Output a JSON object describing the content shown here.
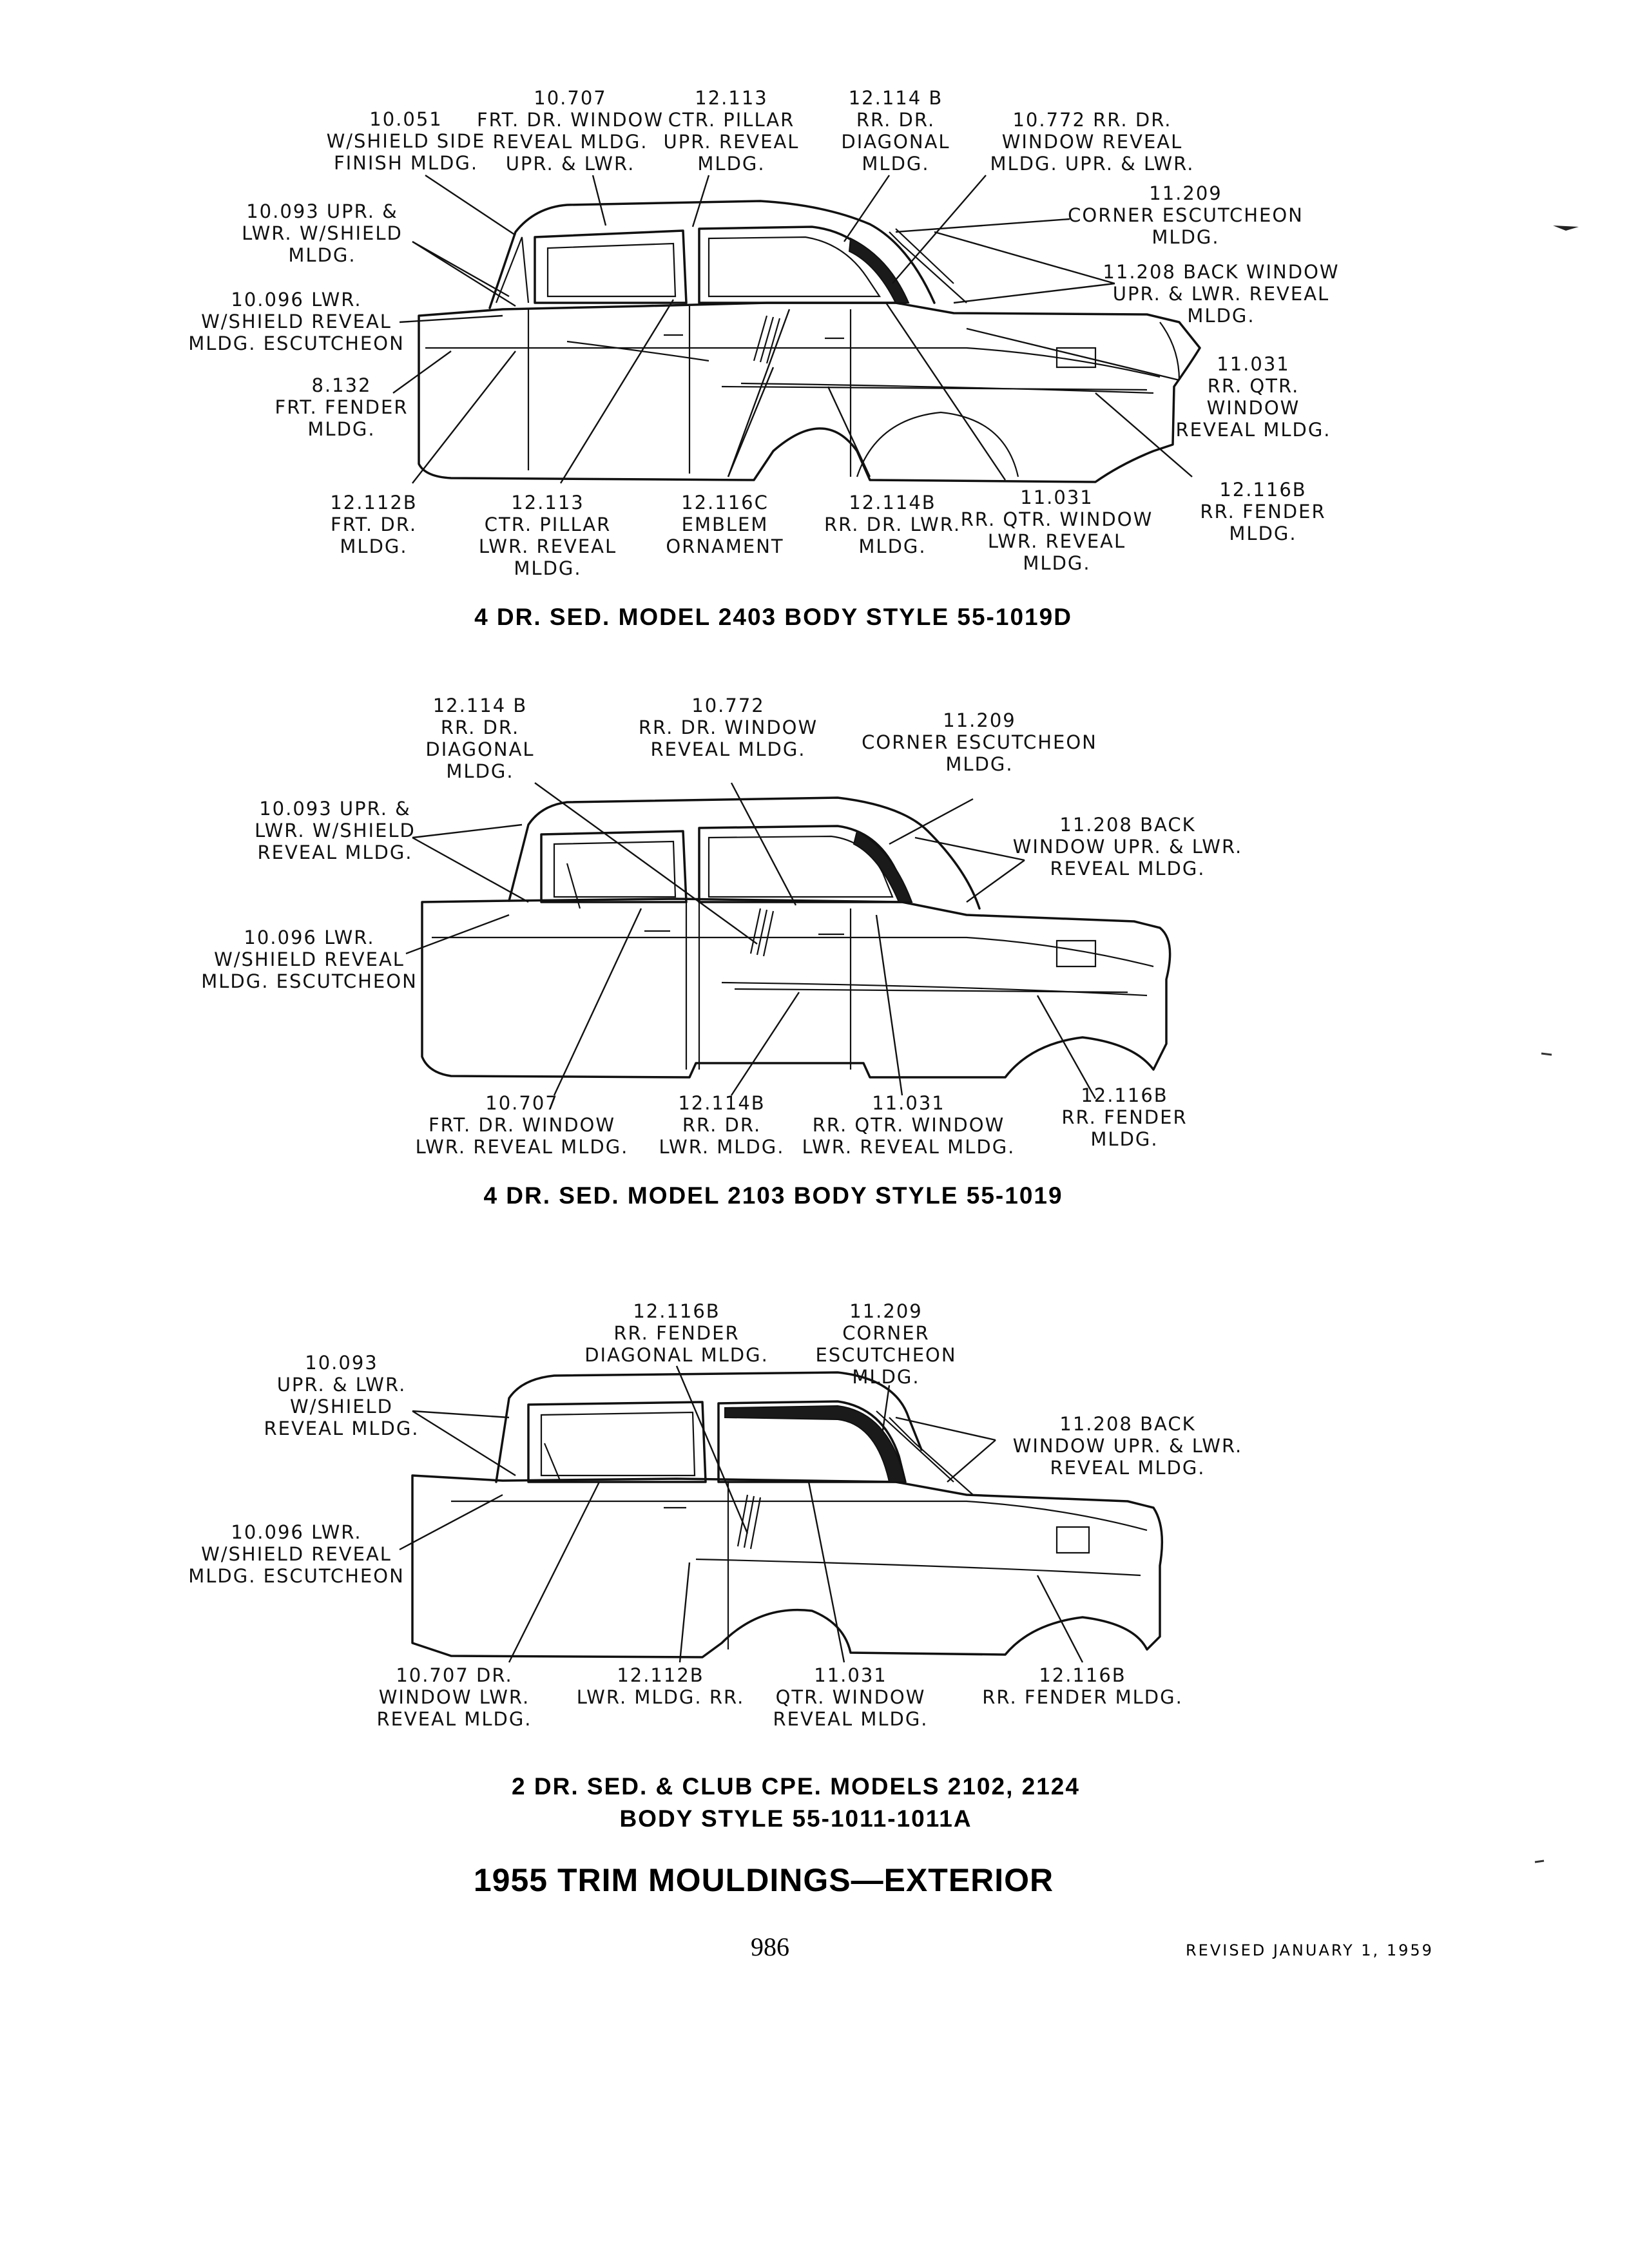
{
  "diagrams": [
    {
      "caption": "4 DR. SED. MODEL 2403 BODY STYLE 55-1019D",
      "callouts": [
        {
          "lines": [
            "10.051",
            "W/SHIELD SIDE",
            "FINISH MLDG."
          ]
        },
        {
          "lines": [
            "10.707",
            "FRT. DR. WINDOW",
            "REVEAL MLDG.",
            "UPR. & LWR."
          ]
        },
        {
          "lines": [
            "12.113",
            "CTR. PILLAR",
            "UPR. REVEAL",
            "MLDG."
          ]
        },
        {
          "lines": [
            "12.114 B",
            "RR. DR.",
            "DIAGONAL",
            "MLDG."
          ]
        },
        {
          "lines": [
            "10.772 RR. DR.",
            "WINDOW REVEAL",
            "MLDG. UPR. & LWR."
          ]
        },
        {
          "lines": [
            "11.209",
            "CORNER ESCUTCHEON",
            "MLDG."
          ]
        },
        {
          "lines": [
            "10.093 UPR. &",
            "LWR. W/SHIELD",
            "MLDG."
          ]
        },
        {
          "lines": [
            "11.208 BACK WINDOW",
            "UPR. & LWR. REVEAL",
            "MLDG."
          ]
        },
        {
          "lines": [
            "10.096 LWR.",
            "W/SHIELD REVEAL",
            "MLDG. ESCUTCHEON"
          ]
        },
        {
          "lines": [
            "11.031",
            "RR. QTR.",
            "WINDOW",
            "REVEAL MLDG."
          ]
        },
        {
          "lines": [
            "8.132",
            "FRT. FENDER",
            "MLDG."
          ]
        },
        {
          "lines": [
            "12.116B",
            "RR. FENDER",
            "MLDG."
          ]
        },
        {
          "lines": [
            "12.112B",
            "FRT. DR.",
            "MLDG."
          ]
        },
        {
          "lines": [
            "12.113",
            "CTR. PILLAR",
            "LWR. REVEAL",
            "MLDG."
          ]
        },
        {
          "lines": [
            "12.116C",
            "EMBLEM",
            "ORNAMENT"
          ]
        },
        {
          "lines": [
            "12.114B",
            "RR. DR. LWR.",
            "MLDG."
          ]
        },
        {
          "lines": [
            "11.031",
            "RR. QTR. WINDOW",
            "LWR. REVEAL",
            "MLDG."
          ]
        }
      ]
    },
    {
      "caption": "4 DR. SED. MODEL 2103 BODY STYLE 55-1019",
      "callouts": [
        {
          "lines": [
            "12.114 B",
            "RR. DR.",
            "DIAGONAL",
            "MLDG."
          ]
        },
        {
          "lines": [
            "10.772",
            "RR. DR. WINDOW",
            "REVEAL MLDG."
          ]
        },
        {
          "lines": [
            "11.209",
            "CORNER ESCUTCHEON",
            "MLDG."
          ]
        },
        {
          "lines": [
            "10.093 UPR. &",
            "LWR. W/SHIELD",
            "REVEAL MLDG."
          ]
        },
        {
          "lines": [
            "11.208 BACK",
            "WINDOW UPR. & LWR.",
            "REVEAL MLDG."
          ]
        },
        {
          "lines": [
            "10.096 LWR.",
            "W/SHIELD REVEAL",
            "MLDG. ESCUTCHEON"
          ]
        },
        {
          "lines": [
            "10.707",
            "FRT. DR. WINDOW",
            "LWR. REVEAL MLDG."
          ]
        },
        {
          "lines": [
            "12.114B",
            "RR. DR.",
            "LWR. MLDG."
          ]
        },
        {
          "lines": [
            "11.031",
            "RR. QTR. WINDOW",
            "LWR. REVEAL MLDG."
          ]
        },
        {
          "lines": [
            "12.116B",
            "RR. FENDER",
            "MLDG."
          ]
        }
      ]
    },
    {
      "caption_lines": [
        "2 DR. SED. & CLUB CPE. MODELS 2102, 2124",
        "BODY STYLE 55-1011-1011A"
      ],
      "callouts": [
        {
          "lines": [
            "12.116B",
            "RR. FENDER",
            "DIAGONAL MLDG."
          ]
        },
        {
          "lines": [
            "11.209",
            "CORNER",
            "ESCUTCHEON",
            "MLDG."
          ]
        },
        {
          "lines": [
            "10.093",
            "UPR. & LWR.",
            "W/SHIELD",
            "REVEAL MLDG."
          ]
        },
        {
          "lines": [
            "11.208 BACK",
            "WINDOW UPR. & LWR.",
            "REVEAL MLDG."
          ]
        },
        {
          "lines": [
            "10.096 LWR.",
            "W/SHIELD REVEAL",
            "MLDG. ESCUTCHEON"
          ]
        },
        {
          "lines": [
            "10.707 DR.",
            "WINDOW LWR.",
            "REVEAL MLDG."
          ]
        },
        {
          "lines": [
            "12.112B",
            "LWR. MLDG. RR."
          ]
        },
        {
          "lines": [
            "11.031",
            "QTR. WINDOW",
            "REVEAL MLDG."
          ]
        },
        {
          "lines": [
            "12.116B",
            "RR. FENDER MLDG."
          ]
        }
      ]
    }
  ],
  "page_title": "1955 TRIM MOULDINGS—EXTERIOR",
  "page_number": "986",
  "revised": "REVISED JANUARY 1, 1959",
  "colors": {
    "ink": "#111111",
    "paper": "#ffffff"
  }
}
